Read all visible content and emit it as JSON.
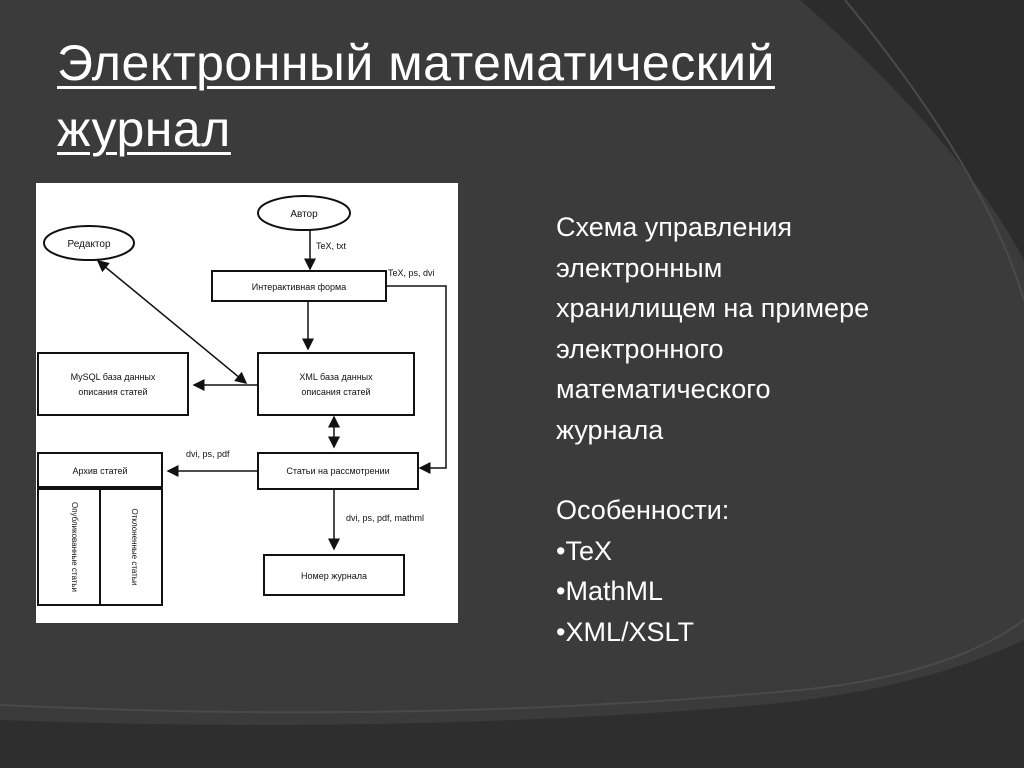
{
  "slide": {
    "title_line1": "Электронный математический",
    "title_line2": "журнал",
    "description_lines": [
      "Схема управления",
      "электронным",
      "хранилищем на примере",
      "электронного",
      "математического",
      "журнала"
    ],
    "features_heading": "Особенности:",
    "bullet_char": "•",
    "features": [
      "TeX",
      "MathML",
      "XML/XSLT"
    ]
  },
  "diagram": {
    "author": "Автор",
    "editor": "Редактор",
    "interactive_form": "Интерактивная форма",
    "mysql_db_line1": "MySQL база данных",
    "mysql_db_line2": "описания статей",
    "xml_db_line1": "XML база данных",
    "xml_db_line2": "описания статей",
    "archive": "Архив статей",
    "under_review": "Статьи на рассмотрении",
    "published": "Опубликованные статьи",
    "rejected": "Отклоненные статьи",
    "journal_issue": "Номер журнала",
    "label_tex_txt": "TeX, txt",
    "label_tex_ps_dvi": "TeX, ps, dvi",
    "label_dvi_ps_pdf": "dvi, ps, pdf",
    "label_dvi_ps_pdf_mathml": "dvi, ps, pdf, mathml"
  },
  "colors": {
    "background": "#3a3a3a",
    "text": "#ffffff",
    "diagram_bg": "#ffffff",
    "diagram_ink": "#111111"
  }
}
